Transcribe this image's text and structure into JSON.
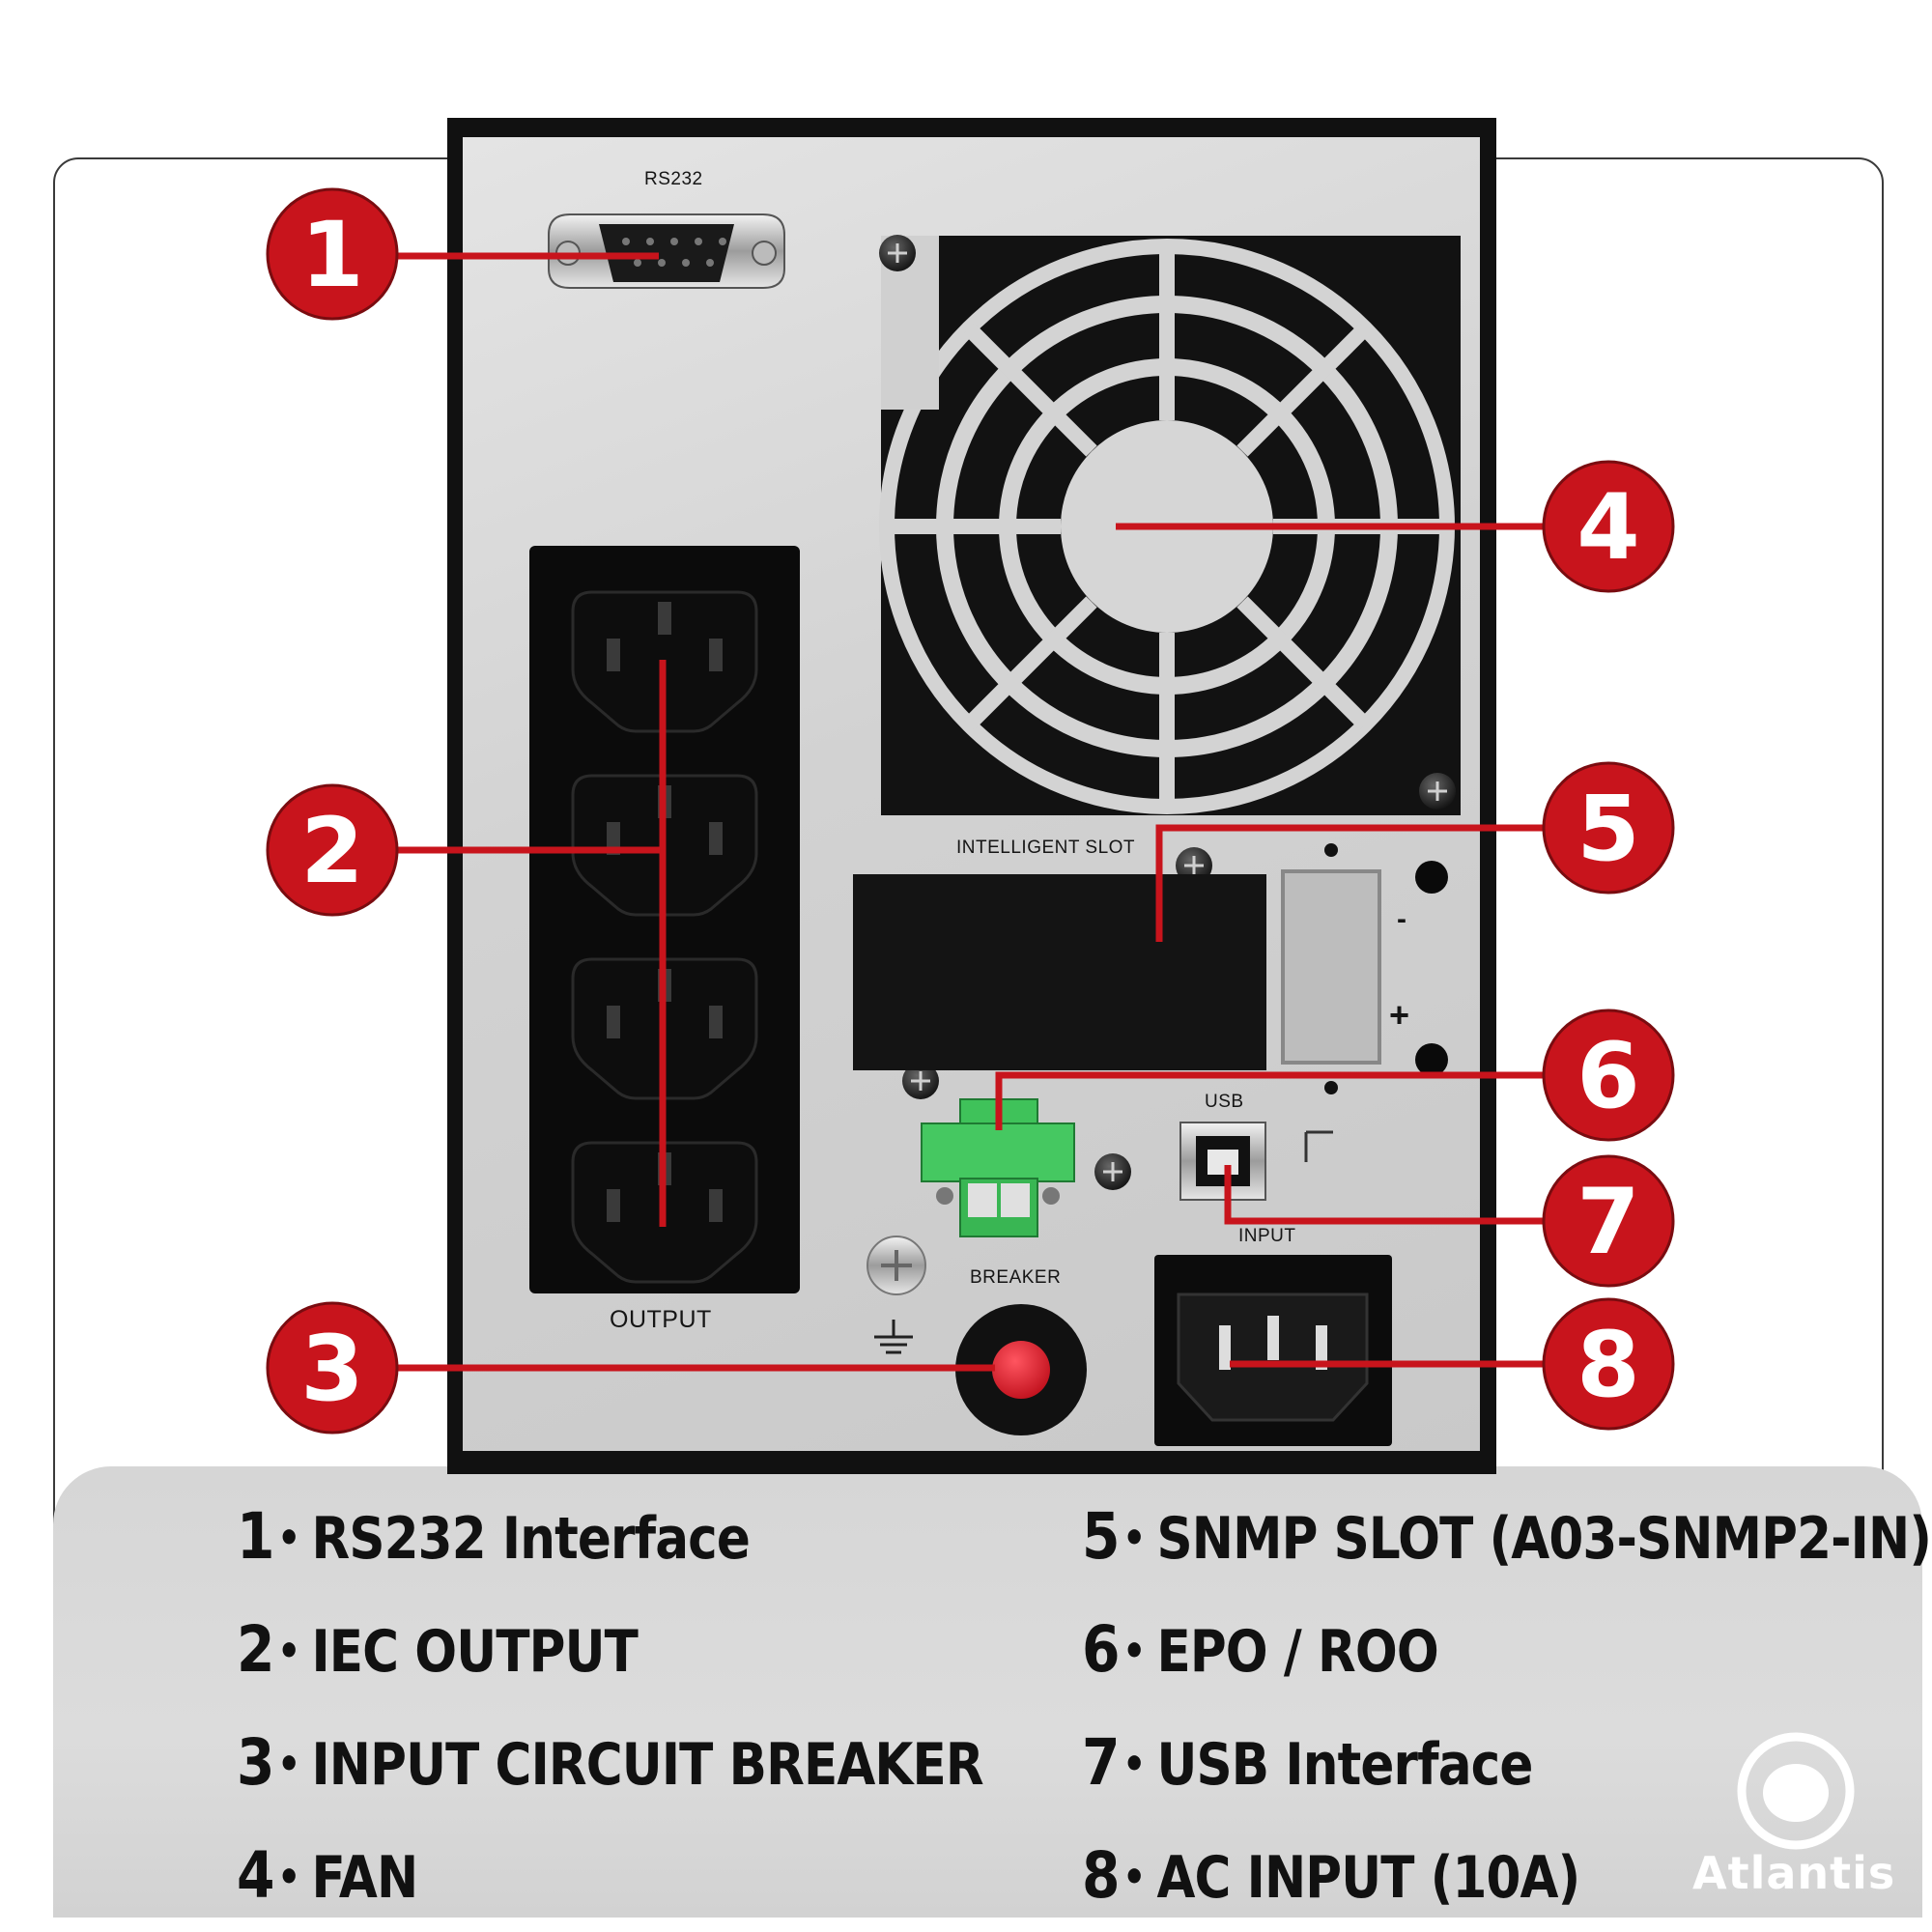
{
  "panel": {
    "rs232_label": "RS232",
    "intelligent_slot_label": "INTELLIGENT SLOT",
    "usb_label": "USB",
    "input_label": "INPUT",
    "breaker_label": "BREAKER",
    "output_label": "OUTPUT",
    "minus_label": "-",
    "plus_label": "+"
  },
  "callouts": [
    "1",
    "2",
    "3",
    "4",
    "5",
    "6",
    "7",
    "8"
  ],
  "legend": [
    {
      "num": "1",
      "text": "RS232 Interface"
    },
    {
      "num": "2",
      "text": "IEC OUTPUT"
    },
    {
      "num": "3",
      "text": "INPUT CIRCUIT BREAKER"
    },
    {
      "num": "4",
      "text": "FAN"
    },
    {
      "num": "5",
      "text": "SNMP SLOT (A03-SNMP2-IN)"
    },
    {
      "num": "6",
      "text": "EPO / ROO"
    },
    {
      "num": "7",
      "text": "USB Interface"
    },
    {
      "num": "8",
      "text": "AC INPUT (10A)"
    }
  ],
  "brand": {
    "name": "Atlantis"
  },
  "colors": {
    "callout_red": "#c8141c",
    "panel_silver": "#d4d4d4",
    "terminal_green": "#3fc25a"
  }
}
